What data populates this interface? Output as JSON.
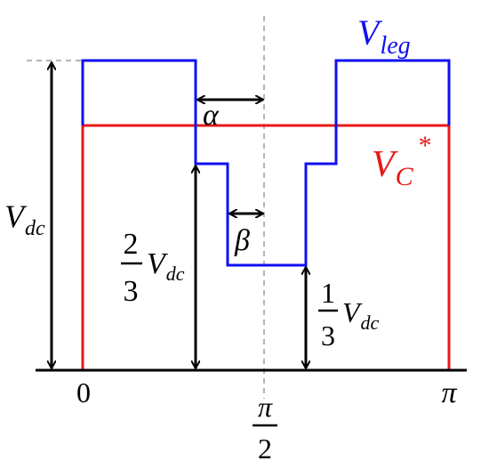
{
  "labels": {
    "v_leg_main": "V",
    "v_leg_sub": "leg",
    "v_c_main": "V",
    "v_c_sub": "C",
    "v_c_sup": "*",
    "vdc_main": "V",
    "vdc_sub": "dc",
    "alpha": "α",
    "beta": "β",
    "two": "2",
    "three_a": "3",
    "one": "1",
    "three_b": "3",
    "two_thirds_v": "V",
    "two_thirds_sub": "dc",
    "one_third_v": "V",
    "one_third_sub": "dc",
    "tick_zero": "0",
    "tick_pi": "π",
    "pi_half_num": "π",
    "pi_half_den": "2"
  },
  "colors": {
    "v_leg": "#1010f0",
    "v_c": "#e81818",
    "axis": "#000000",
    "guide": "#b4b4b4"
  }
}
